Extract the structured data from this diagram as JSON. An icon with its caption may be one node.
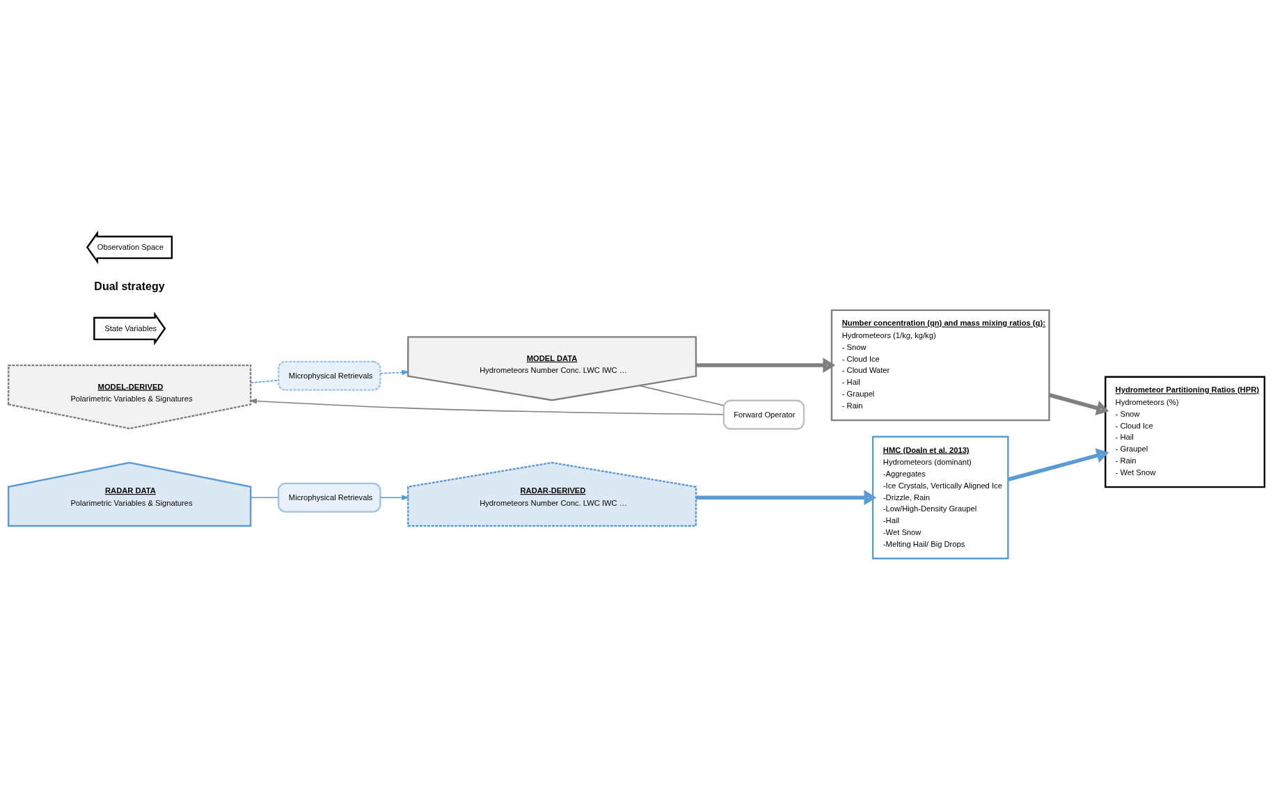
{
  "diagram": {
    "nodes": [
      {
        "text": [
          "MODEL-DERIVED",
          "Polarimetric Variables & Signatures"
        ]
      },
      {
        "text": [
          "Microphysical Retrievals"
        ]
      },
      {
        "text": [
          "MODEL DATA",
          "Hydrometeors Number Conc. LWC IWC …"
        ]
      },
      {
        "text": [
          "Forward Operator"
        ]
      },
      {
        "text": [
          "Observation Space"
        ]
      },
      {
        "text": [
          "State Variables"
        ]
      },
      {
        "text": [
          "RADAR DATA",
          "Polarimetric Variables & Signatures"
        ]
      },
      {
        "text": [
          "Microphysical Retrievals"
        ]
      },
      {
        "text": [
          "RADAR-DERIVED",
          "Hydrometeors Number Conc. LWC IWC …"
        ]
      },
      {
        "text": [
          "Number concentration (qn) and mass mixing ratios (q):",
          "Hydrometeors (1/kg, kg/kg)",
          "- Snow",
          "- Cloud Ice",
          "- Cloud Water",
          "- Hail",
          "- Graupel",
          "- Rain"
        ]
      },
      {
        "text": [
          "Hydrometeor Partitioning Ratios (HPR)",
          "Hydrometeors (%)",
          "- Snow",
          "- Cloud Ice",
          "- Hail",
          "- Graupel",
          "- Rain",
          "- Wet Snow"
        ]
      },
      {
        "text": [
          "HMC (Doaln et al. 2013)",
          "Hydrometeors (dominant)",
          "-Aggregates",
          "-Ice Crystals, Vertically Aligned Ice",
          "-Drizzle, Rain",
          "-Low/High-Density Graupel",
          "-Hail",
          "-Wet Snow",
          "-Melting Hail/ Big Drops"
        ]
      }
    ],
    "edges": [
      {
        "from": 0,
        "to": 1,
        "arrow": "none",
        "style": "dashed",
        "color": "#5b9bd5"
      },
      {
        "from": 1,
        "to": 2,
        "arrow": "to",
        "style": "dashed",
        "color": "#5b9bd5"
      },
      {
        "from": 2,
        "to": 3,
        "arrow": "none"
      },
      {
        "from": 3,
        "to": 0,
        "arrow": "to"
      },
      {
        "from": 6,
        "to": 7,
        "arrow": "none",
        "color": "#5b9bd5"
      },
      {
        "from": 7,
        "to": 8,
        "arrow": "to",
        "color": "#5b9bd5"
      },
      {
        "from": 2,
        "to": 9,
        "arrow": "to",
        "style": "thick"
      },
      {
        "from": 9,
        "to": 10,
        "arrow": "to",
        "style": "thick"
      },
      {
        "from": 8,
        "to": 11,
        "arrow": "to",
        "style": "thick",
        "color": "#5b9bd5"
      },
      {
        "from": 11,
        "to": 10,
        "arrow": "to",
        "style": "thick",
        "color": "#5b9bd5"
      }
    ],
    "labels": [
      "Dual strategy"
    ]
  }
}
